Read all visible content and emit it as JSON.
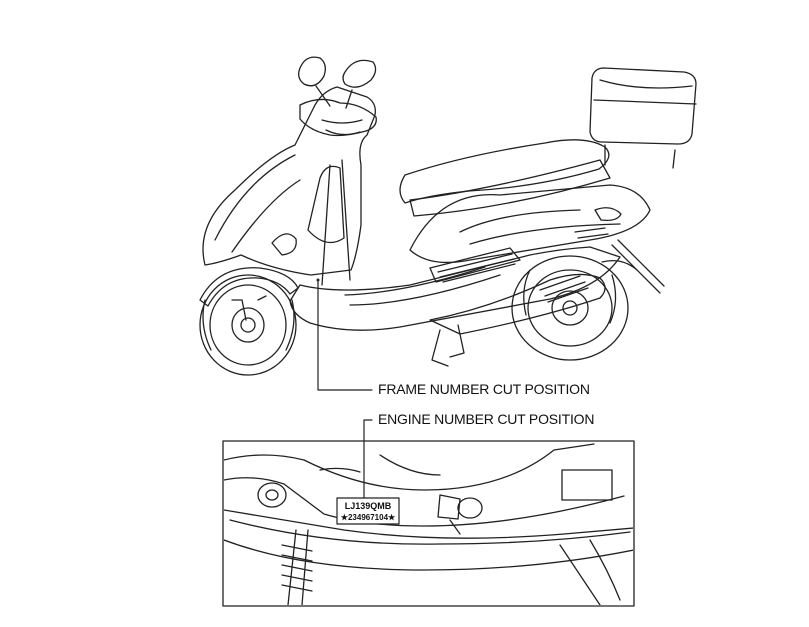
{
  "callouts": {
    "frame_label": "FRAME NUMBER CUT POSITION",
    "engine_label": "ENGINE NUMBER CUT POSITION"
  },
  "engine_plate": {
    "line1": "LJ139QMB",
    "line2": "★234967104★"
  }
}
